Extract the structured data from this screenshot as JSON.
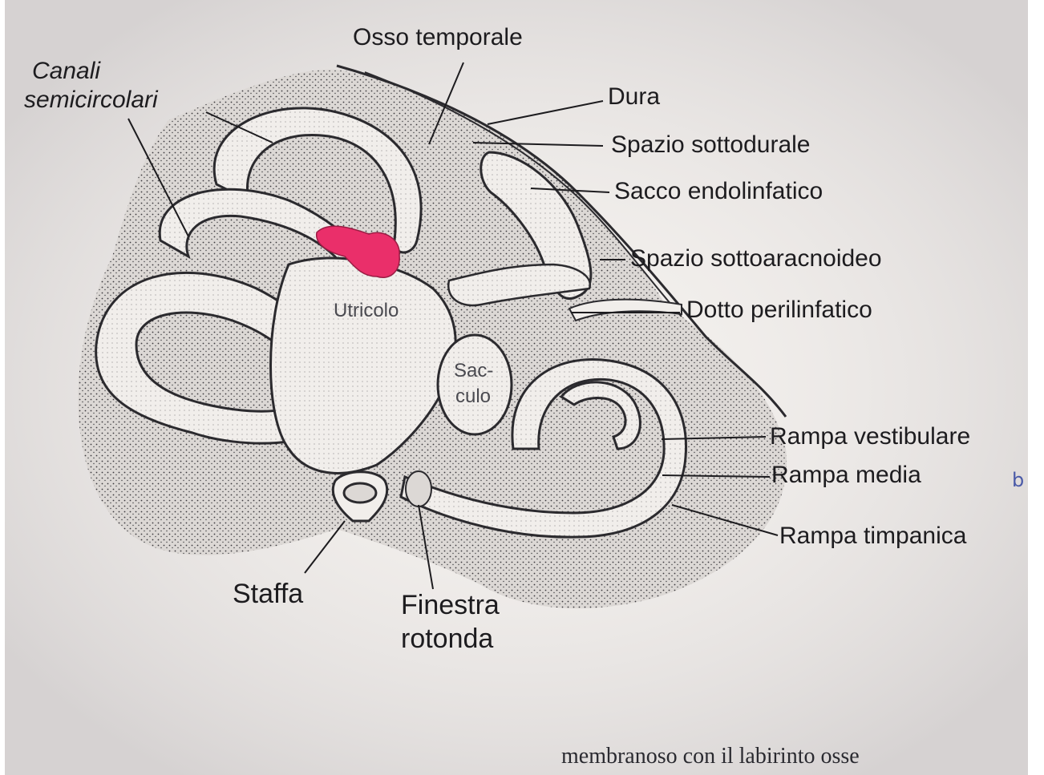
{
  "labels": {
    "osso_temporale": "Osso temporale",
    "canali_line1": "Canali",
    "canali_line2": "semicircolari",
    "dura": "Dura",
    "spazio_sottodurale": "Spazio sottodurale",
    "sacco_endolinfatico": "Sacco endolinfatico",
    "spazio_sottoaracnoideo": "Spazio sottoaracnoideo",
    "dotto_perilinfatico": "Dotto perilinfatico",
    "utricolo": "Utricolo",
    "sacculo_line1": "Sac-",
    "sacculo_line2": "culo",
    "rampa_vestibulare": "Rampa vestibulare",
    "rampa_media": "Rampa media",
    "rampa_timpanica": "Rampa timpanica",
    "staffa": "Staffa",
    "finestra_line1": "Finestra",
    "finestra_line2": "rotonda"
  },
  "footer_text": "membranoso con il labirinto osse",
  "margin_mark": "b",
  "colors": {
    "paper": "#f4f1ee",
    "bone": "#2b2a2e",
    "highlight": "#ea2f6a",
    "ink": "#1d1c1f"
  }
}
